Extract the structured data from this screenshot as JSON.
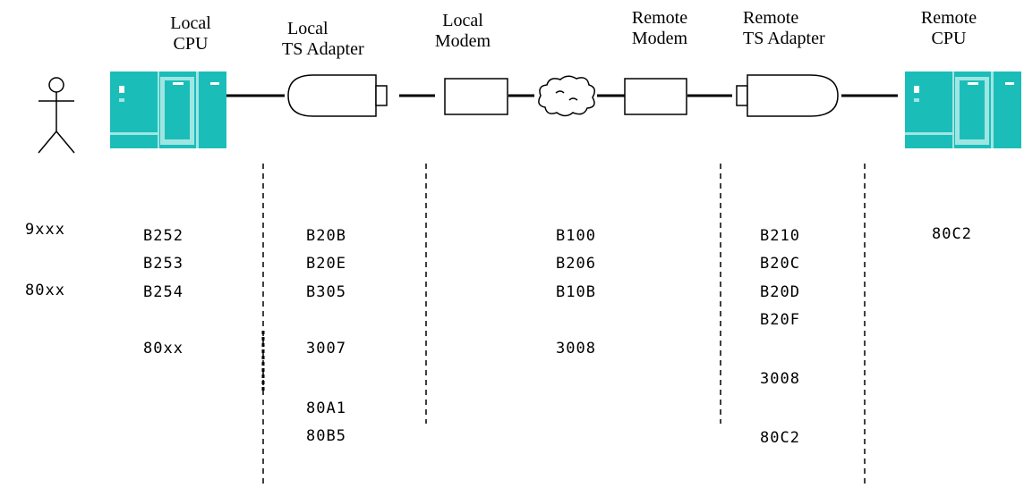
{
  "colors": {
    "cpu_teal": "#1bbdb9",
    "cpu_light": "#9fe6e3",
    "cpu_dark": "#0e8c8a",
    "cpu_screen": "#ffffff",
    "line": "#000000"
  },
  "icons": [
    "user-icon",
    "cpu-icon",
    "ts-adapter-icon",
    "modem-icon",
    "network-cloud-icon"
  ],
  "devices": {
    "local_cpu": {
      "line1": "Local",
      "line2": "CPU"
    },
    "local_ts": {
      "line1": "Local",
      "line2": "TS Adapter"
    },
    "local_modem": {
      "line1": "Local",
      "line2": "Modem"
    },
    "remote_modem": {
      "line1": "Remote",
      "line2": "Modem"
    },
    "remote_ts": {
      "line1": "Remote",
      "line2": "TS Adapter"
    },
    "remote_cpu": {
      "line1": "Remote",
      "line2": "CPU"
    }
  },
  "columns": {
    "user": [
      "9xxx",
      "80xx"
    ],
    "local_cpu": [
      "B252",
      "B253",
      "B254",
      "80xx"
    ],
    "local_ts": [
      "B20B",
      "B20E",
      "B305",
      "3007",
      "80A1",
      "80B5"
    ],
    "modems": [
      "B100",
      "B206",
      "B10B",
      "3008"
    ],
    "remote_ts": [
      "B210",
      "B20C",
      "B20D",
      "B20F",
      "3008",
      "80C2"
    ],
    "remote_cpu": [
      "80C2"
    ]
  }
}
